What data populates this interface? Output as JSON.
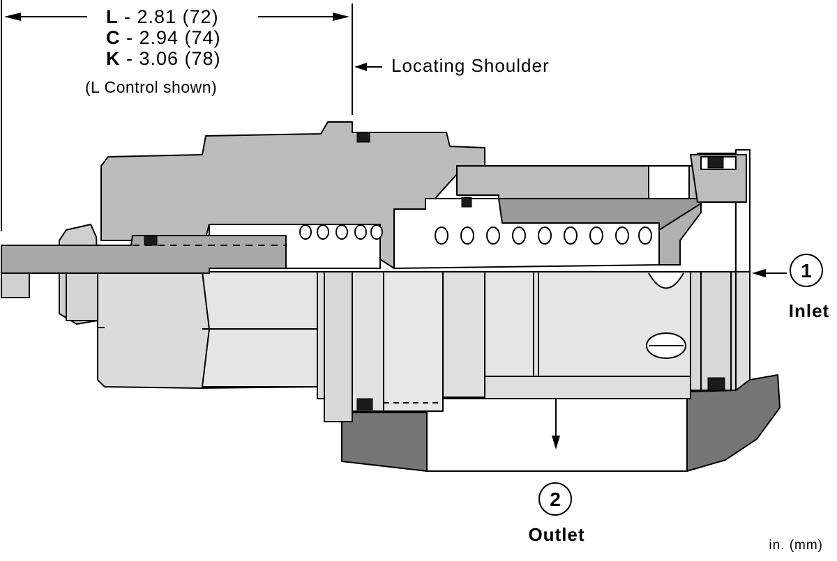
{
  "dimensions": {
    "lines": [
      {
        "code": "L",
        "text": " - 2.81  (72)"
      },
      {
        "code": "C",
        "text": " - 2.94  (74)"
      },
      {
        "code": "K",
        "text": " - 3.06  (78)"
      }
    ],
    "note": "(L Control shown)"
  },
  "callout": {
    "label": "Locating Shoulder"
  },
  "ports": [
    {
      "number": "1",
      "label": "Inlet"
    },
    {
      "number": "2",
      "label": "Outlet"
    }
  ],
  "units": "in. (mm)",
  "colors": {
    "light_body": "#d9d9d9",
    "mid_body": "#b3b3b3",
    "dark_body": "#8a8a8a",
    "cavity": "#767676",
    "outline": "#000000",
    "seal": "#1a1a1a"
  }
}
